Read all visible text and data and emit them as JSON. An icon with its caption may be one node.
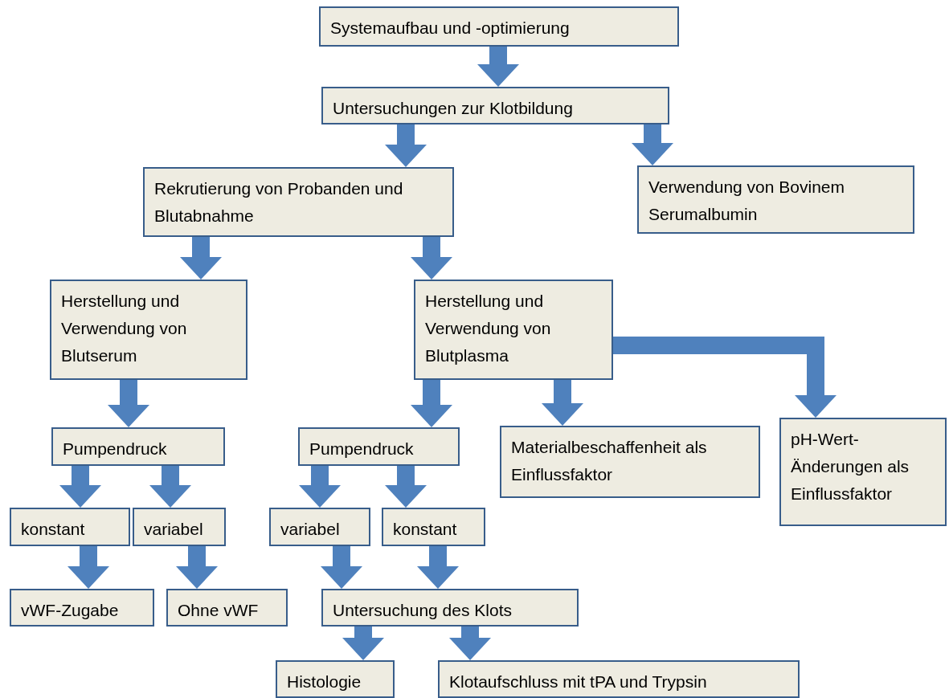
{
  "diagram": {
    "nodes": [
      {
        "text": [
          "Systemaufbau und -optimierung"
        ]
      },
      {
        "text": [
          "Untersuchungen zur Klotbildung"
        ]
      },
      {
        "text": [
          "Rekrutierung von Probanden und Blutabnahme"
        ]
      },
      {
        "text": [
          "Verwendung von Bovinem Serumalbumin"
        ]
      },
      {
        "text": [
          "Herstellung und Verwendung von Blutserum"
        ]
      },
      {
        "text": [
          "Herstellung und Verwendung von Blutplasma"
        ]
      },
      {
        "text": [
          "Pumpendruck"
        ]
      },
      {
        "text": [
          "Pumpendruck"
        ]
      },
      {
        "text": [
          "Materialbeschaffenheit als Einflussfaktor"
        ]
      },
      {
        "text": [
          "pH-Wert-Änderungen als Einflussfaktor"
        ]
      },
      {
        "text": [
          "konstant"
        ]
      },
      {
        "text": [
          "variabel"
        ]
      },
      {
        "text": [
          "variabel"
        ]
      },
      {
        "text": [
          "konstant"
        ]
      },
      {
        "text": [
          "vWF-Zugabe"
        ]
      },
      {
        "text": [
          "Ohne vWF"
        ]
      },
      {
        "text": [
          "Untersuchung des Klots"
        ]
      },
      {
        "text": [
          "Histologie"
        ]
      },
      {
        "text": [
          "Klotaufschluss mit tPA und Trypsin"
        ]
      }
    ],
    "edges": [
      {
        "from": 0,
        "to": 1,
        "arrow": "to"
      },
      {
        "from": 1,
        "to": 2,
        "arrow": "to"
      },
      {
        "from": 1,
        "to": 3,
        "arrow": "to"
      },
      {
        "from": 2,
        "to": 4,
        "arrow": "to"
      },
      {
        "from": 2,
        "to": 5,
        "arrow": "to"
      },
      {
        "from": 4,
        "to": 6,
        "arrow": "to"
      },
      {
        "from": 5,
        "to": 7,
        "arrow": "to"
      },
      {
        "from": 5,
        "to": 8,
        "arrow": "to"
      },
      {
        "from": 5,
        "to": 9,
        "arrow": "to"
      },
      {
        "from": 6,
        "to": 10,
        "arrow": "to"
      },
      {
        "from": 6,
        "to": 11,
        "arrow": "to"
      },
      {
        "from": 7,
        "to": 12,
        "arrow": "to"
      },
      {
        "from": 7,
        "to": 13,
        "arrow": "to"
      },
      {
        "from": 10,
        "to": 14,
        "arrow": "to"
      },
      {
        "from": 11,
        "to": 15,
        "arrow": "to"
      },
      {
        "from": 12,
        "to": 16,
        "arrow": "to"
      },
      {
        "from": 13,
        "to": 16,
        "arrow": "to"
      },
      {
        "from": 16,
        "to": 17,
        "arrow": "to"
      },
      {
        "from": 16,
        "to": 18,
        "arrow": "to"
      }
    ]
  }
}
